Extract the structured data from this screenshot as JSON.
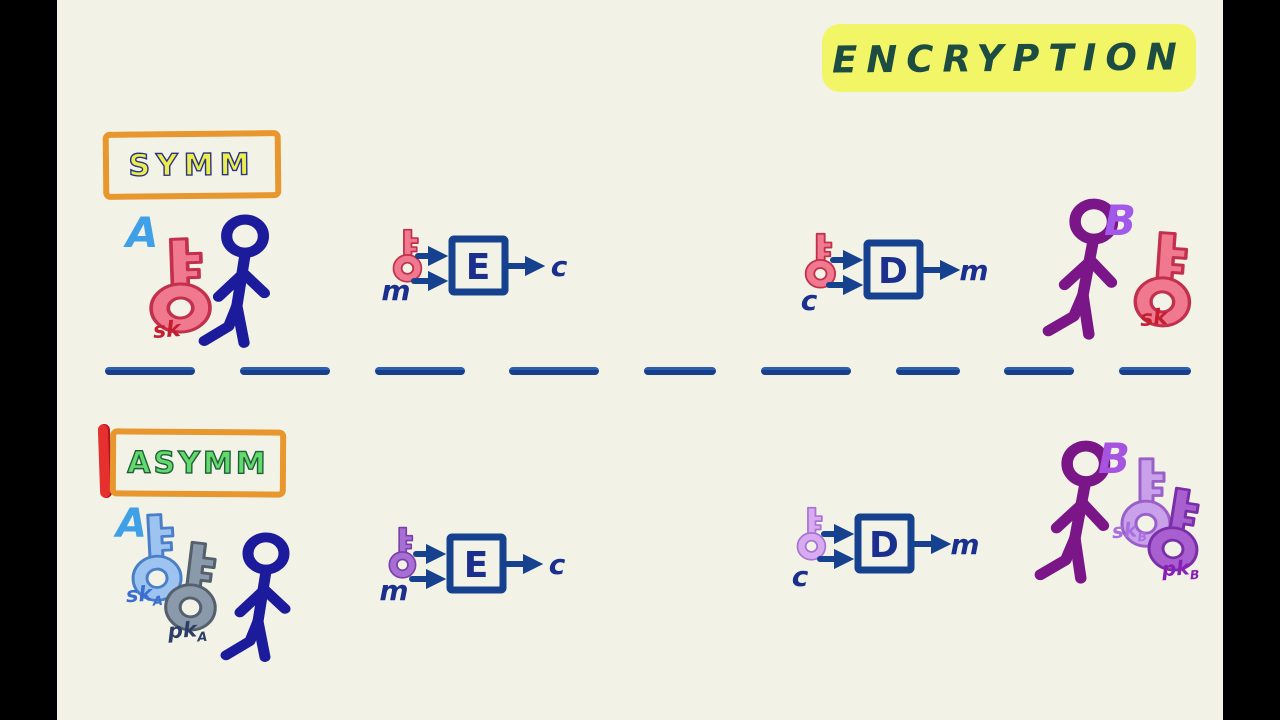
{
  "title": {
    "text": "ENCRYPTION"
  },
  "divider": {
    "style": "dashed-line",
    "dash_count": 9,
    "color": "#1d4796"
  },
  "sections": {
    "symmetric": {
      "label": "SYMM",
      "alice": {
        "name": "A",
        "key_label": "sk"
      },
      "encrypt": {
        "letter": "E",
        "input": "m",
        "output": "c"
      },
      "decrypt": {
        "letter": "D",
        "input": "c",
        "output": "m"
      },
      "bob": {
        "name": "B",
        "key_label": "sk"
      }
    },
    "asymmetric": {
      "label": "ASYMM",
      "alice": {
        "name": "A",
        "secret_key": {
          "base": "sk",
          "sub": "A"
        },
        "public_key": {
          "base": "pk",
          "sub": "A"
        }
      },
      "encrypt": {
        "letter": "E",
        "input": "m",
        "output": "c"
      },
      "decrypt": {
        "letter": "D",
        "input": "c",
        "output": "m"
      },
      "bob": {
        "name": "B",
        "secret_key": {
          "base": "sk",
          "sub": "B"
        },
        "public_key": {
          "base": "pk",
          "sub": "B"
        }
      }
    }
  },
  "icons": {
    "stick_figure": "stick-figure-icon",
    "key": "key-icon",
    "arrow": "arrow-icon"
  },
  "colors": {
    "background": "#f2f3e6",
    "letterbox": "#000000",
    "title_highlight": "#f2f566",
    "title_text": "#1d4d42",
    "frame_orange": "#e8962e",
    "symm_label_fill": "#ecec4e",
    "asymm_label_fill": "#63d96b",
    "red_mark": "#e63030",
    "ink_navy": "#16418f",
    "figure_alice": "#1b1b9c",
    "figure_bob": "#7a1687",
    "name_alice": "#3fa0e8",
    "name_bob": "#a258e8",
    "symmetric_key_fill": "#f0798f",
    "symmetric_key_outline": "#c2304d",
    "sk_label_red": "#c41f30",
    "alice_sk_fill": "#9dc4f0",
    "alice_pk_fill": "#8a9aaa",
    "enc_key_fill": "#a76fd4",
    "dec_key_fill": "#d8abf0",
    "bob_sk_fill": "#c9a0ea",
    "bob_pk_fill": "#a95fd0",
    "divider_blue": "#1d4796"
  }
}
